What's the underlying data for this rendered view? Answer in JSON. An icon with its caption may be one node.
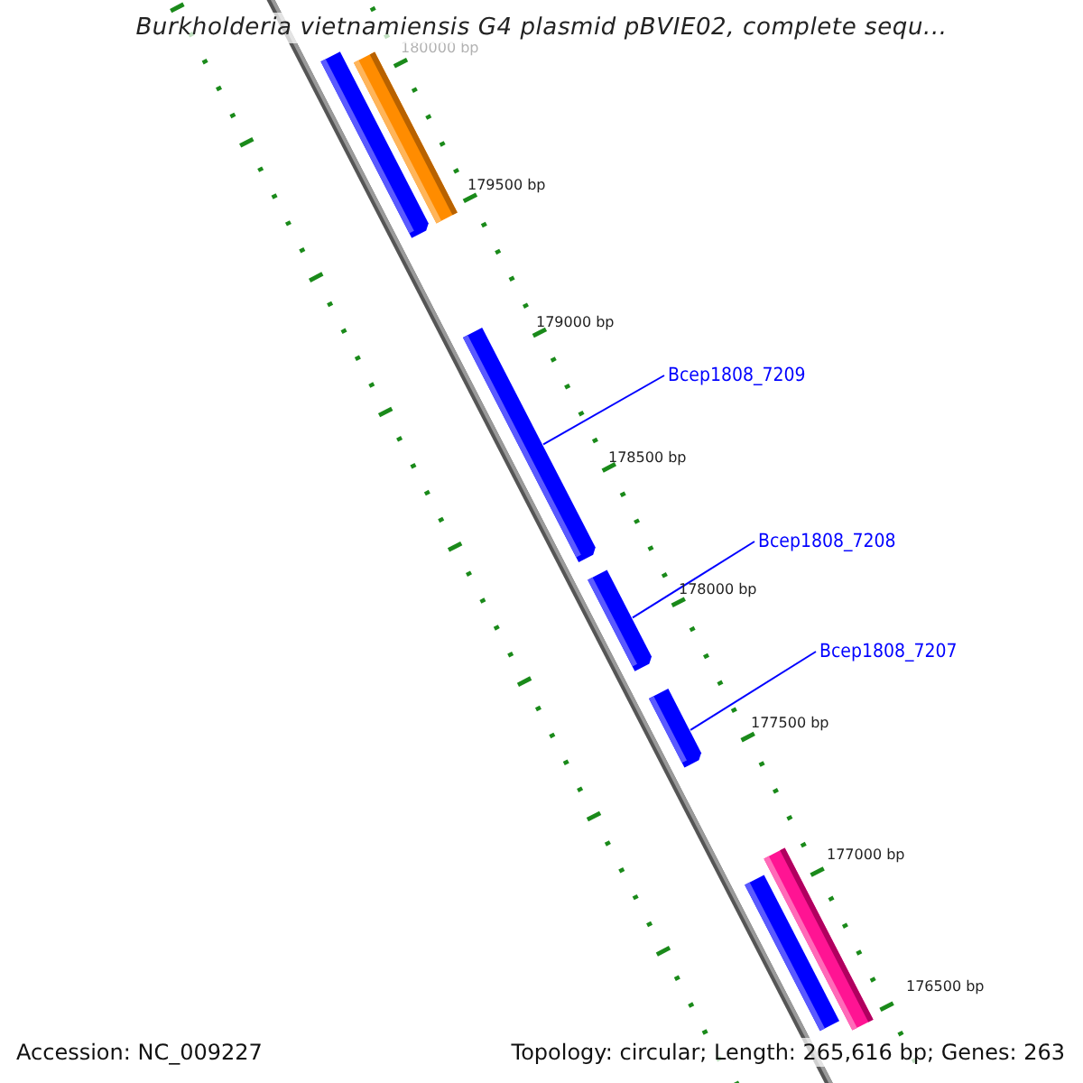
{
  "diagram": {
    "title": "Burkholderia vietnamiensis G4 plasmid pBVIE02, complete sequ...",
    "nodes": [
      {
        "text": [],
        "shape": "bar"
      },
      {
        "text": [],
        "shape": "bar"
      },
      {
        "text": [
          "Bcep1808_7209"
        ]
      },
      {
        "text": [],
        "shape": "bar"
      },
      {
        "text": [
          "Bcep1808_7208"
        ]
      },
      {
        "text": [],
        "shape": "bar"
      },
      {
        "text": [
          "Bcep1808_7207"
        ]
      },
      {
        "text": [],
        "shape": "bar"
      },
      {
        "text": [],
        "shape": "bar"
      },
      {
        "text": [],
        "shape": "bar"
      }
    ],
    "edges": [
      {
        "from": 2,
        "to": 3,
        "arrow": "none"
      },
      {
        "from": 4,
        "to": 5,
        "arrow": "none"
      },
      {
        "from": 6,
        "to": 7,
        "arrow": "none"
      }
    ],
    "labels": [
      "180000 bp",
      "179500 bp",
      "179000 bp",
      "178500 bp",
      "178000 bp",
      "177500 bp",
      "177000 bp",
      "176500 bp",
      "Accession: NC_009227",
      "Topology: circular; Length: 265,616 bp; Genes: 263"
    ]
  }
}
